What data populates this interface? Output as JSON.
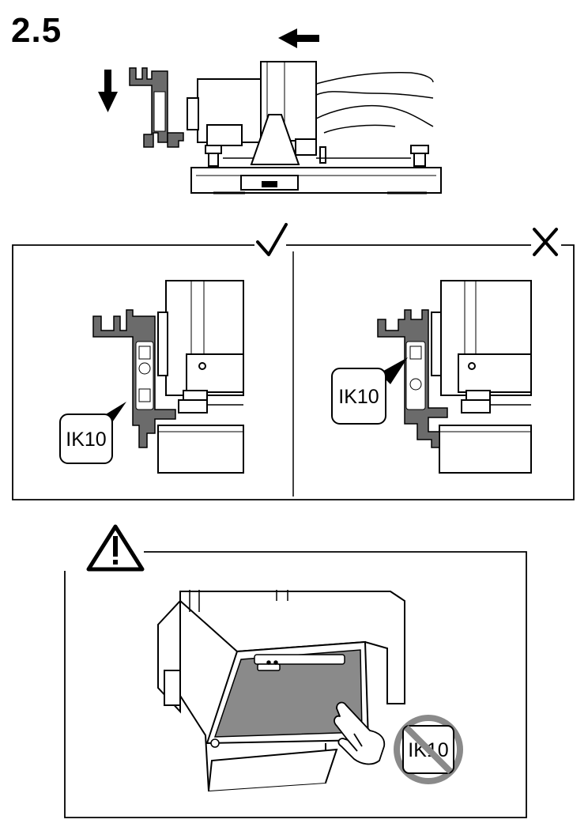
{
  "step": {
    "number": "2.5"
  },
  "badges": {
    "ik10_correct": "IK10",
    "ik10_wrong": "IK10",
    "ik10_prohibited": "IK10"
  },
  "verdicts": {
    "correct": "check",
    "wrong": "cross"
  },
  "colors": {
    "line": "#000000",
    "part_fill": "#6b6b6b",
    "window_fill": "#8a8a8a",
    "prohibit_ring": "#8a8a8a",
    "panel_border": "#000000"
  },
  "icons": [
    "arrow-left-icon",
    "arrow-down-icon",
    "checkmark-icon",
    "cross-icon",
    "warning-triangle-icon",
    "prohibition-icon",
    "hand-pointer-icon"
  ]
}
